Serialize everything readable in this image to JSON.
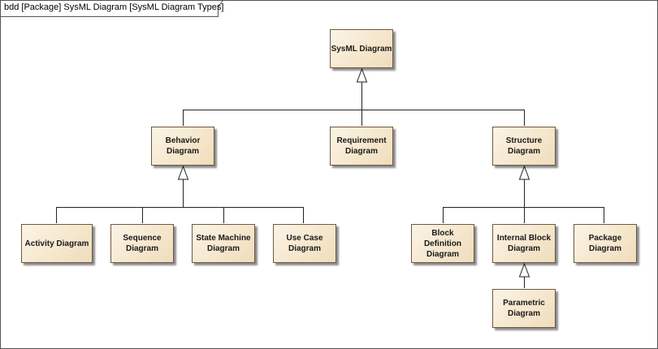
{
  "diagram": {
    "header": "bdd [Package] SysML Diagram [SysML Diagram Types]",
    "nodes": [
      {
        "id": "sysml",
        "label": "SysML Diagram"
      },
      {
        "id": "behavior",
        "label": "Behavior\nDiagram"
      },
      {
        "id": "requirement",
        "label": "Requirement\nDiagram"
      },
      {
        "id": "structure",
        "label": "Structure\nDiagram"
      },
      {
        "id": "activity",
        "label": "Activity Diagram"
      },
      {
        "id": "sequence",
        "label": "Sequence\nDiagram"
      },
      {
        "id": "statemachine",
        "label": "State Machine\nDiagram"
      },
      {
        "id": "usecase",
        "label": "Use Case\nDiagram"
      },
      {
        "id": "blockdef",
        "label": "Block Definition\nDiagram"
      },
      {
        "id": "internalblock",
        "label": "Internal Block\nDiagram"
      },
      {
        "id": "package",
        "label": "Package\nDiagram"
      },
      {
        "id": "parametric",
        "label": "Parametric\nDiagram"
      }
    ],
    "generalizations": [
      {
        "from": "behavior",
        "to": "sysml"
      },
      {
        "from": "requirement",
        "to": "sysml"
      },
      {
        "from": "structure",
        "to": "sysml"
      },
      {
        "from": "activity",
        "to": "behavior"
      },
      {
        "from": "sequence",
        "to": "behavior"
      },
      {
        "from": "statemachine",
        "to": "behavior"
      },
      {
        "from": "usecase",
        "to": "behavior"
      },
      {
        "from": "blockdef",
        "to": "structure"
      },
      {
        "from": "internalblock",
        "to": "structure"
      },
      {
        "from": "package",
        "to": "structure"
      },
      {
        "from": "parametric",
        "to": "internalblock"
      }
    ]
  }
}
